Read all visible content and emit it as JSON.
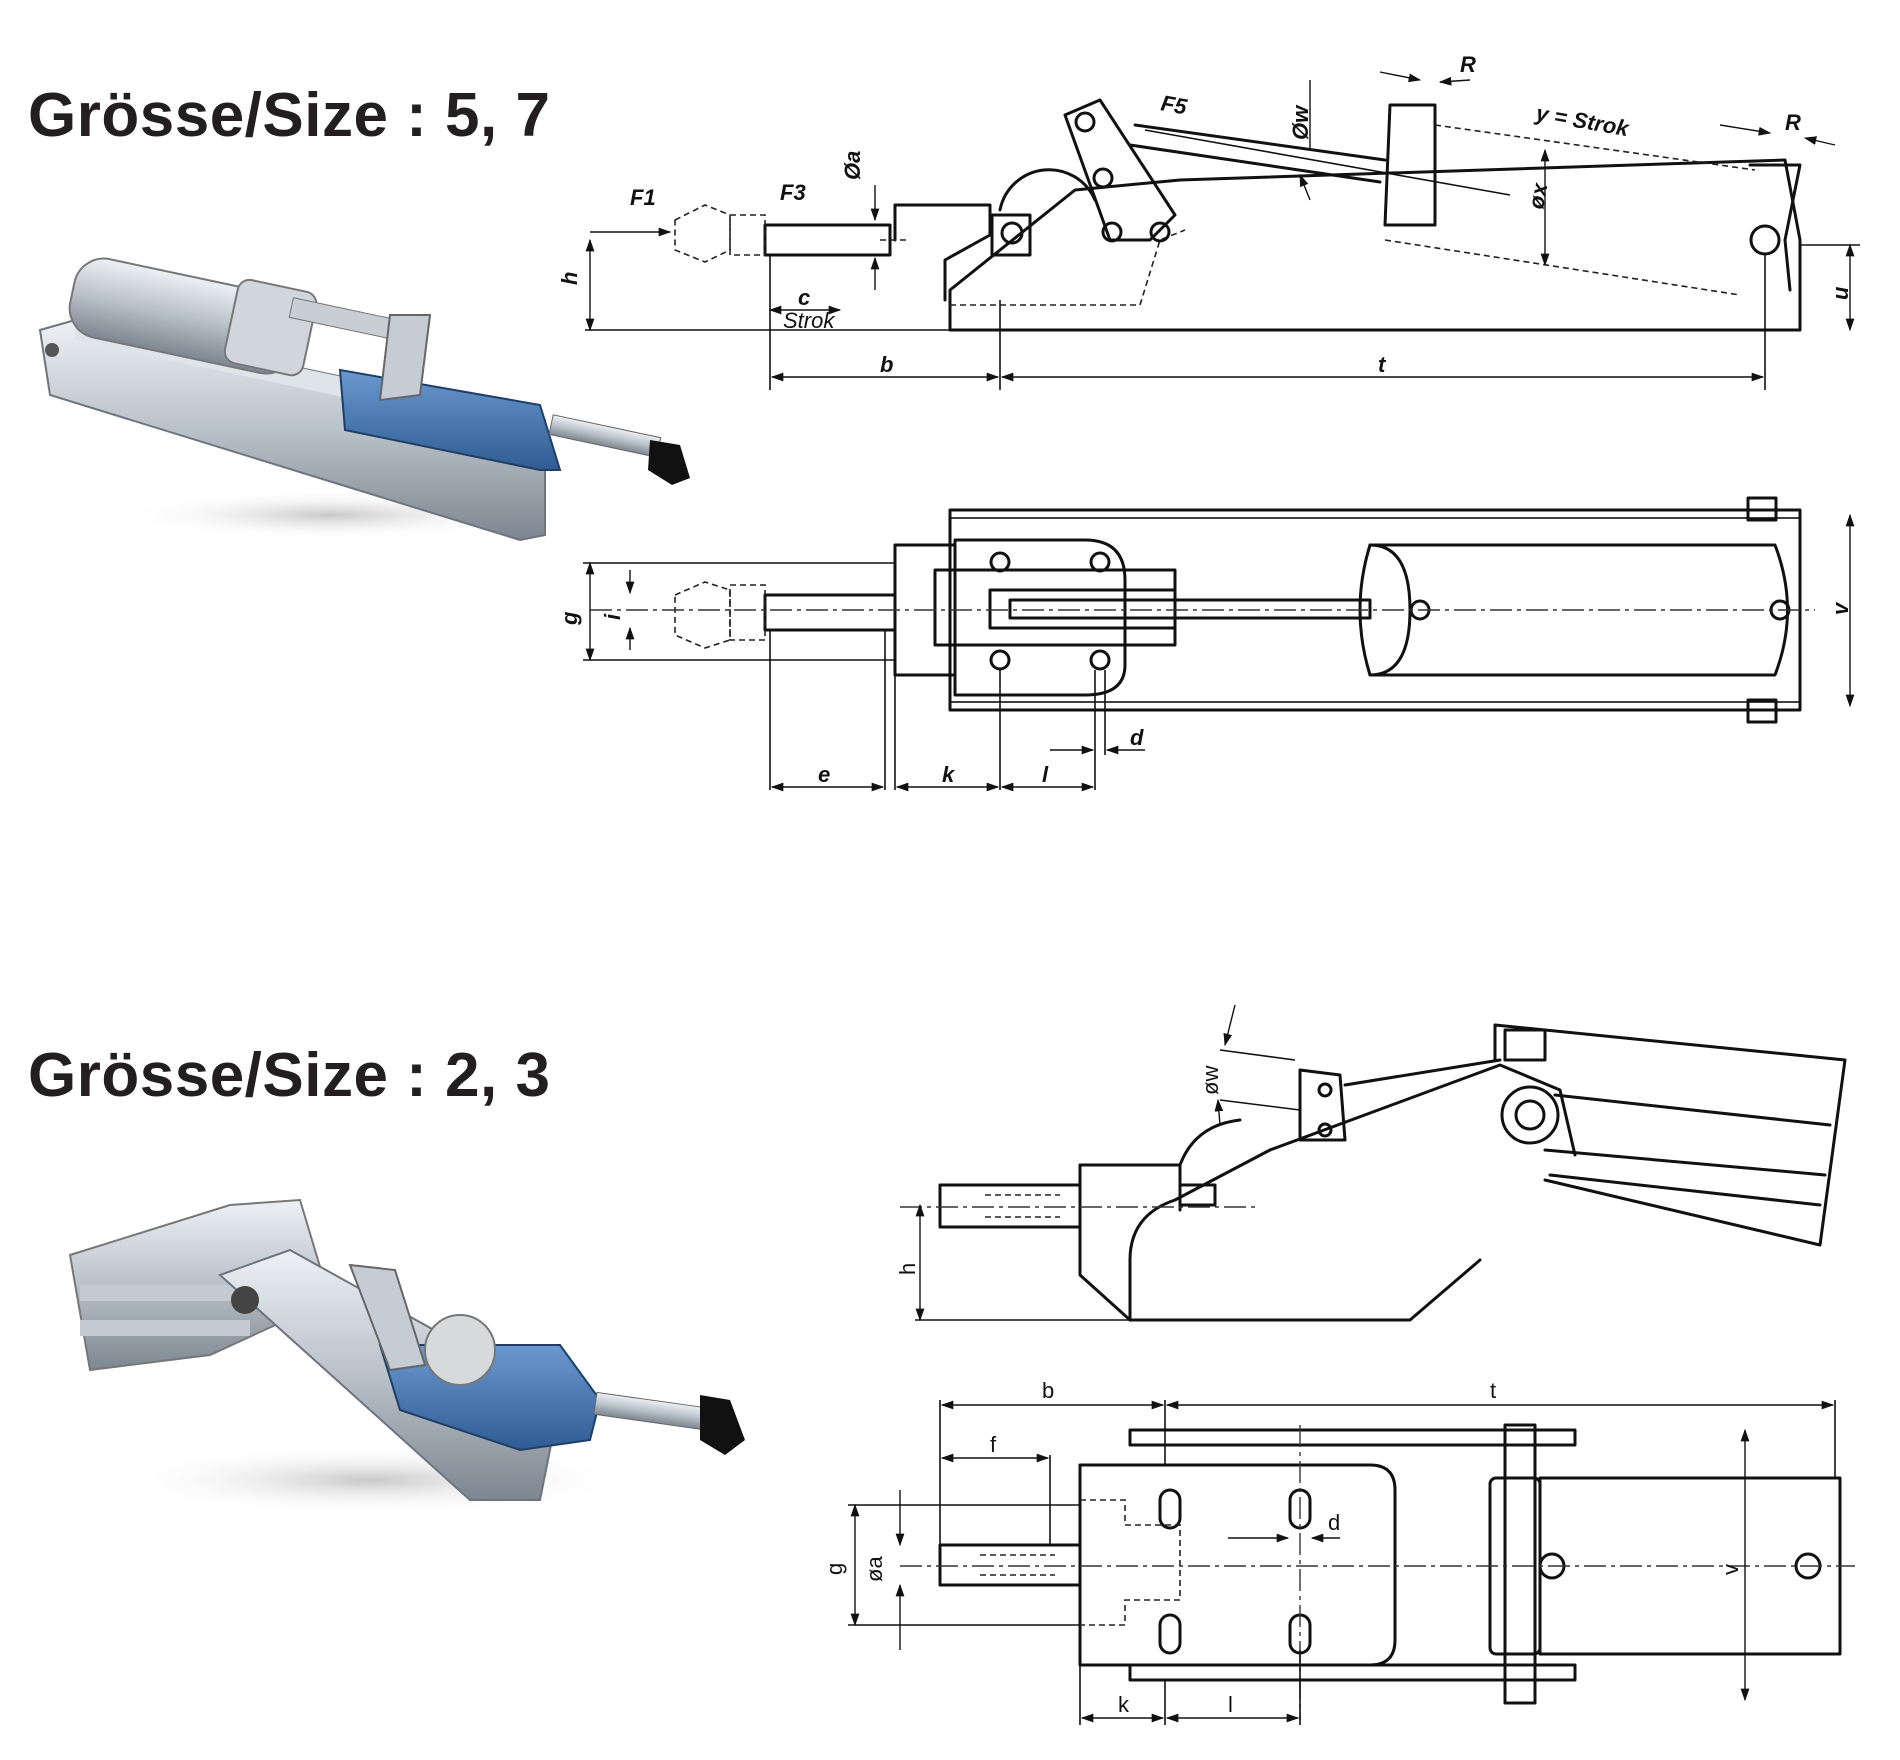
{
  "sections": [
    {
      "title": "Grösse/Size : 5, 7",
      "photo_icon": "pneumatic-push-pull-clamp-long-cylinder-photo",
      "labels": {
        "F1": "F1",
        "F3": "F3",
        "a": "Øa",
        "c": "c",
        "strok": "Strok",
        "h": "h",
        "b": "b",
        "t": "t",
        "u": "u",
        "F5": "F5",
        "w": "Øw",
        "R1": "R",
        "R2": "R",
        "y": "y = Strok",
        "x": "øx",
        "g": "g",
        "i": "i",
        "e": "e",
        "k": "k",
        "l": "l",
        "d": "d",
        "v": "v"
      }
    },
    {
      "title": "Grösse/Size : 2, 3",
      "photo_icon": "pneumatic-push-pull-clamp-compact-cylinder-photo",
      "labels": {
        "w": "øw",
        "h": "h",
        "b": "b",
        "t": "t",
        "f": "f",
        "g": "g",
        "a": "øa",
        "d": "d",
        "v": "v",
        "k": "k",
        "l": "l"
      }
    }
  ],
  "colors": {
    "clamp_body_blue": "#3f6fa8",
    "steel": "#b9c1c9",
    "line": "#111111",
    "title": "#231f20"
  }
}
